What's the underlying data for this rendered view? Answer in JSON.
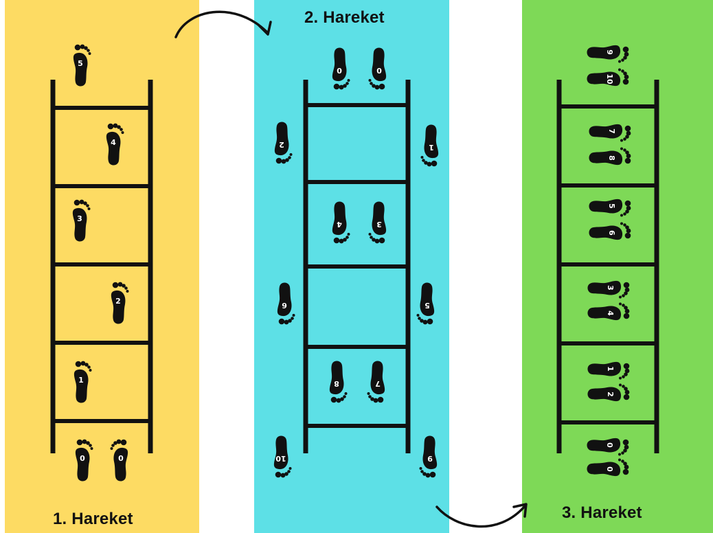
{
  "colors": {
    "panel_1": "#FDDB63",
    "panel_2": "#5DE0E6",
    "panel_3": "#7ED957",
    "ink": "#111111"
  },
  "movements": [
    {
      "title": "1. Hareket",
      "steps": [
        "5",
        "4",
        "3",
        "2",
        "1",
        "0",
        "0"
      ]
    },
    {
      "title": "2. Hareket",
      "steps": [
        "0",
        "0",
        "2",
        "1",
        "4",
        "3",
        "6",
        "5",
        "8",
        "7",
        "10",
        "9"
      ]
    },
    {
      "title": "3. Hareket",
      "steps": [
        "9",
        "10",
        "7",
        "8",
        "5",
        "6",
        "3",
        "4",
        "1",
        "2",
        "0",
        "0"
      ]
    }
  ],
  "icons": {
    "footprint": "footprint-icon",
    "arrow": "curved-arrow-icon"
  }
}
